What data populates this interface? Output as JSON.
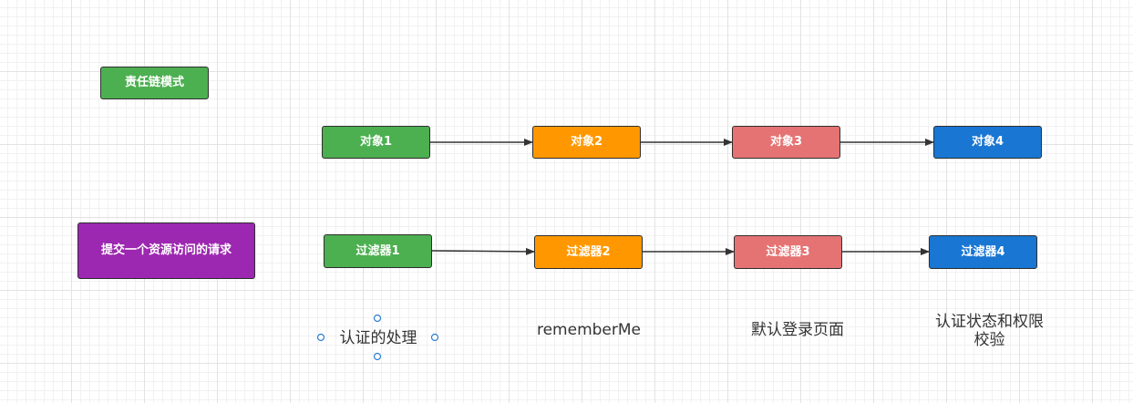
{
  "colors": {
    "green": "#4caf50",
    "orange": "#ff9800",
    "red": "#e57373",
    "blue": "#1976d2",
    "purple": "#9c27b0",
    "edge": "#333333",
    "selection": "#2a7fd4"
  },
  "diagram": {
    "title": "责任链模式",
    "request": "提交一个资源访问的请求",
    "objects": [
      "对象1",
      "对象2",
      "对象3",
      "对象4"
    ],
    "filters": [
      "过滤器1",
      "过滤器2",
      "过滤器3",
      "过滤器4"
    ],
    "captions": {
      "c1": "认证的处理",
      "c2": "rememberMe",
      "c3": "默认登录页面",
      "c4_line1": "认证状态和权限",
      "c4_line2": "校验"
    }
  }
}
